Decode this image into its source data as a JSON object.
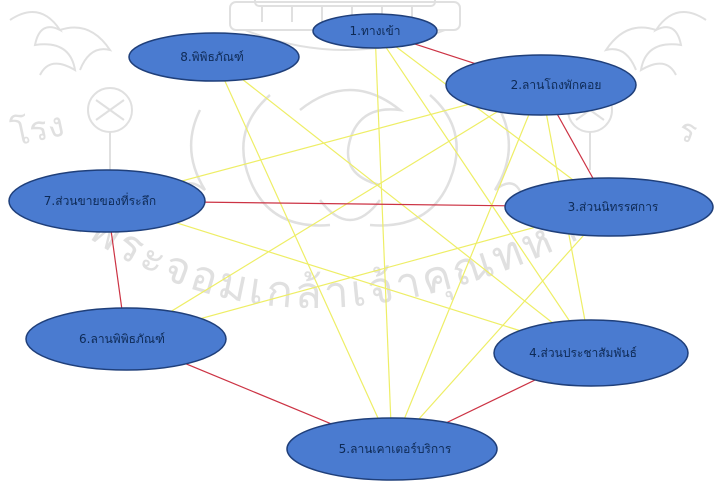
{
  "watermark": {
    "text_top_left": "โรง",
    "text_left_arc": "ลัยพระจอมเกล้าเจ้าคุณทหาร",
    "text_right": "ร"
  },
  "nodes": [
    {
      "id": "n1",
      "label": "1.ทางเข้า"
    },
    {
      "id": "n2",
      "label": "2.ลานโถงพักคอย"
    },
    {
      "id": "n3",
      "label": "3.ส่วนนิทรรศการ"
    },
    {
      "id": "n4",
      "label": "4.ส่วนประชาสัมพันธ์"
    },
    {
      "id": "n5",
      "label": "5.ลานเคาเตอร์บริการ"
    },
    {
      "id": "n6",
      "label": "6.ลานพิพิธภัณฑ์"
    },
    {
      "id": "n7",
      "label": "7.ส่วนขายของที่ระลึก"
    },
    {
      "id": "n8",
      "label": "8.พิพิธภัณฑ์"
    }
  ],
  "edges": {
    "primary": [
      [
        "n1",
        "n2"
      ],
      [
        "n2",
        "n3"
      ],
      [
        "n7",
        "n3"
      ],
      [
        "n7",
        "n6"
      ],
      [
        "n6",
        "n5"
      ],
      [
        "n5",
        "n4"
      ]
    ],
    "secondary": [
      [
        "n1",
        "n4"
      ],
      [
        "n1",
        "n3"
      ],
      [
        "n1",
        "n5"
      ],
      [
        "n8",
        "n5"
      ],
      [
        "n8",
        "n4"
      ],
      [
        "n2",
        "n6"
      ],
      [
        "n2",
        "n4"
      ],
      [
        "n2",
        "n5"
      ],
      [
        "n3",
        "n6"
      ],
      [
        "n3",
        "n5"
      ],
      [
        "n7",
        "n4"
      ],
      [
        "n7",
        "n2"
      ]
    ]
  },
  "colors": {
    "node_fill": "#4a7bd0",
    "node_stroke": "#1f3f7a",
    "primary_edge": "#cc3344",
    "secondary_edge": "#eeee66",
    "watermark": "#c8c8c8"
  }
}
